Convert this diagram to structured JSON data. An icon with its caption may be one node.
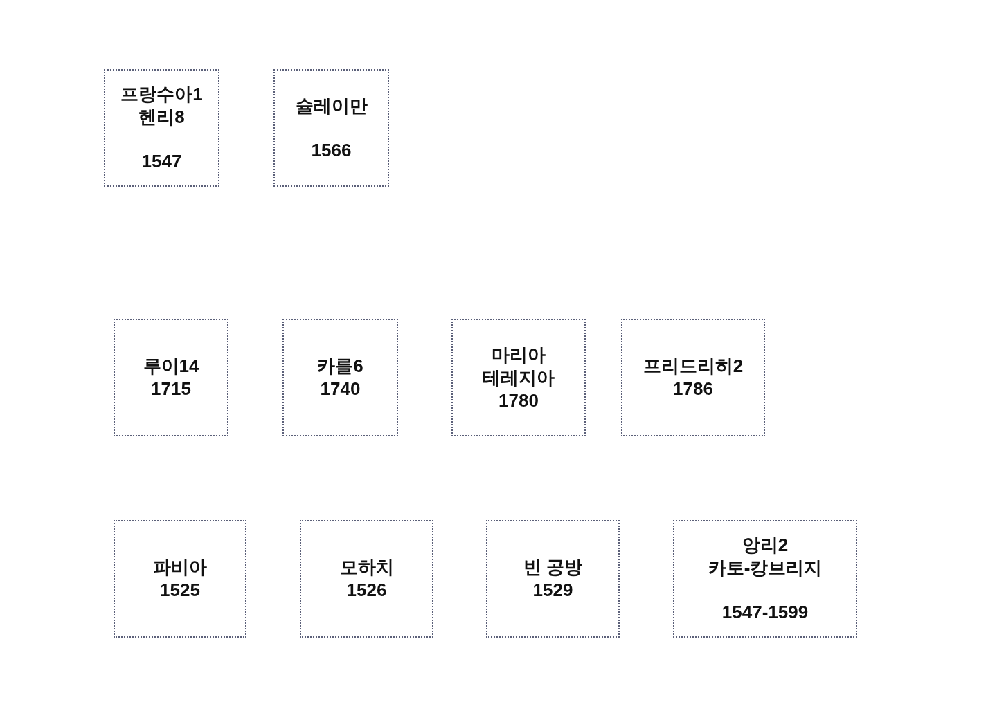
{
  "diagram": {
    "nodes": [
      {
        "text": [
          "프랑수아1",
          "헨리8",
          "1547"
        ]
      },
      {
        "text": [
          "슐레이만",
          "1566"
        ]
      },
      {
        "text": [
          "루이14",
          "1715"
        ]
      },
      {
        "text": [
          "카를6",
          "1740"
        ]
      },
      {
        "text": [
          "마리아 테레지아",
          "1780"
        ]
      },
      {
        "text": [
          "프리드리히2",
          "1786"
        ]
      },
      {
        "text": [
          "파비아",
          "1525"
        ]
      },
      {
        "text": [
          "모하치",
          "1526"
        ]
      },
      {
        "text": [
          "빈 공방",
          "1529"
        ]
      },
      {
        "text": [
          "앙리2",
          "카토-캉브리지",
          "1547-1599"
        ]
      }
    ]
  }
}
